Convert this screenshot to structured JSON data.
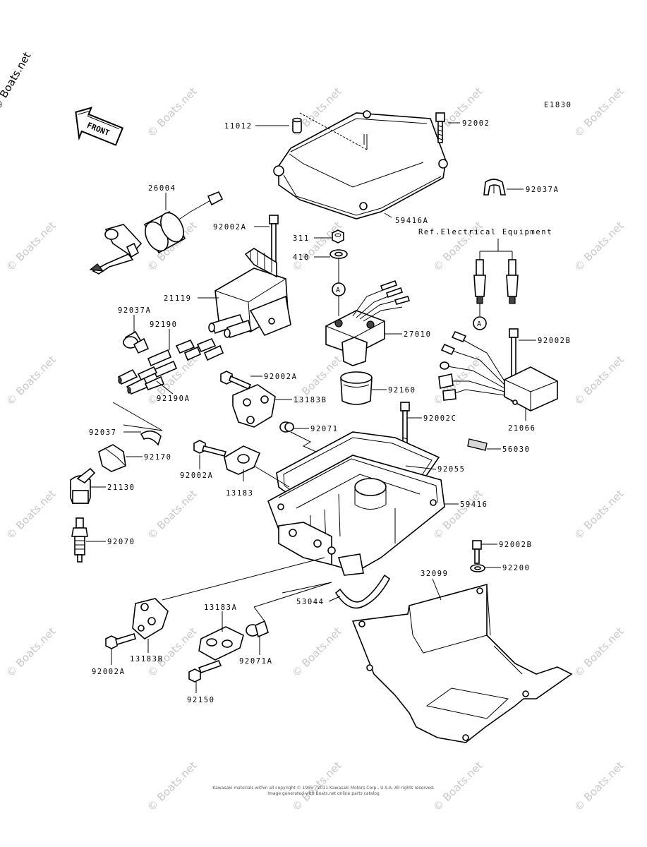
{
  "diagram_code": "E1830",
  "front_label": "FRONT",
  "reference_label": "Ref.Electrical Equipment",
  "reference_marker": "A",
  "watermark_text": "© Boats.net",
  "side_watermark": "© Boats.net",
  "footer_line1": "Kawasaki materials within all copyright © 1995 - 2011 Kawasaki Motors Corp., U.S.A. All rights reserved.",
  "footer_line2": "Image generated with Boats.net online parts catalog",
  "part_labels": [
    {
      "id": "p11012",
      "text": "11012"
    },
    {
      "id": "p92002",
      "text": "92002"
    },
    {
      "id": "p92037A_1",
      "text": "92037A"
    },
    {
      "id": "p26004",
      "text": "26004"
    },
    {
      "id": "p59416A",
      "text": "59416A"
    },
    {
      "id": "p92002A_1",
      "text": "92002A"
    },
    {
      "id": "p311",
      "text": "311"
    },
    {
      "id": "p410",
      "text": "410"
    },
    {
      "id": "p21119",
      "text": "21119"
    },
    {
      "id": "p27010",
      "text": "27010"
    },
    {
      "id": "p92037A_2",
      "text": "92037A"
    },
    {
      "id": "p92190",
      "text": "92190"
    },
    {
      "id": "p92002B_1",
      "text": "92002B"
    },
    {
      "id": "p92002A_2",
      "text": "92002A"
    },
    {
      "id": "p13183B_1",
      "text": "13183B"
    },
    {
      "id": "p92160",
      "text": "92160"
    },
    {
      "id": "p92190A",
      "text": "92190A"
    },
    {
      "id": "p21066",
      "text": "21066"
    },
    {
      "id": "p92002C",
      "text": "92002C"
    },
    {
      "id": "p92037",
      "text": "92037"
    },
    {
      "id": "p92071",
      "text": "92071"
    },
    {
      "id": "p56030",
      "text": "56030"
    },
    {
      "id": "p92170",
      "text": "92170"
    },
    {
      "id": "p92002A_3",
      "text": "92002A"
    },
    {
      "id": "p92055",
      "text": "92055"
    },
    {
      "id": "p21130",
      "text": "21130"
    },
    {
      "id": "p13183",
      "text": "13183"
    },
    {
      "id": "p59416",
      "text": "59416"
    },
    {
      "id": "p92070",
      "text": "92070"
    },
    {
      "id": "p92002B_2",
      "text": "92002B"
    },
    {
      "id": "p92200",
      "text": "92200"
    },
    {
      "id": "p32099",
      "text": "32099"
    },
    {
      "id": "p53044",
      "text": "53044"
    },
    {
      "id": "p13183A",
      "text": "13183A"
    },
    {
      "id": "p92002A_4",
      "text": "92002A"
    },
    {
      "id": "p13183B_2",
      "text": "13183B"
    },
    {
      "id": "p92071A",
      "text": "92071A"
    },
    {
      "id": "p92150",
      "text": "92150"
    }
  ]
}
